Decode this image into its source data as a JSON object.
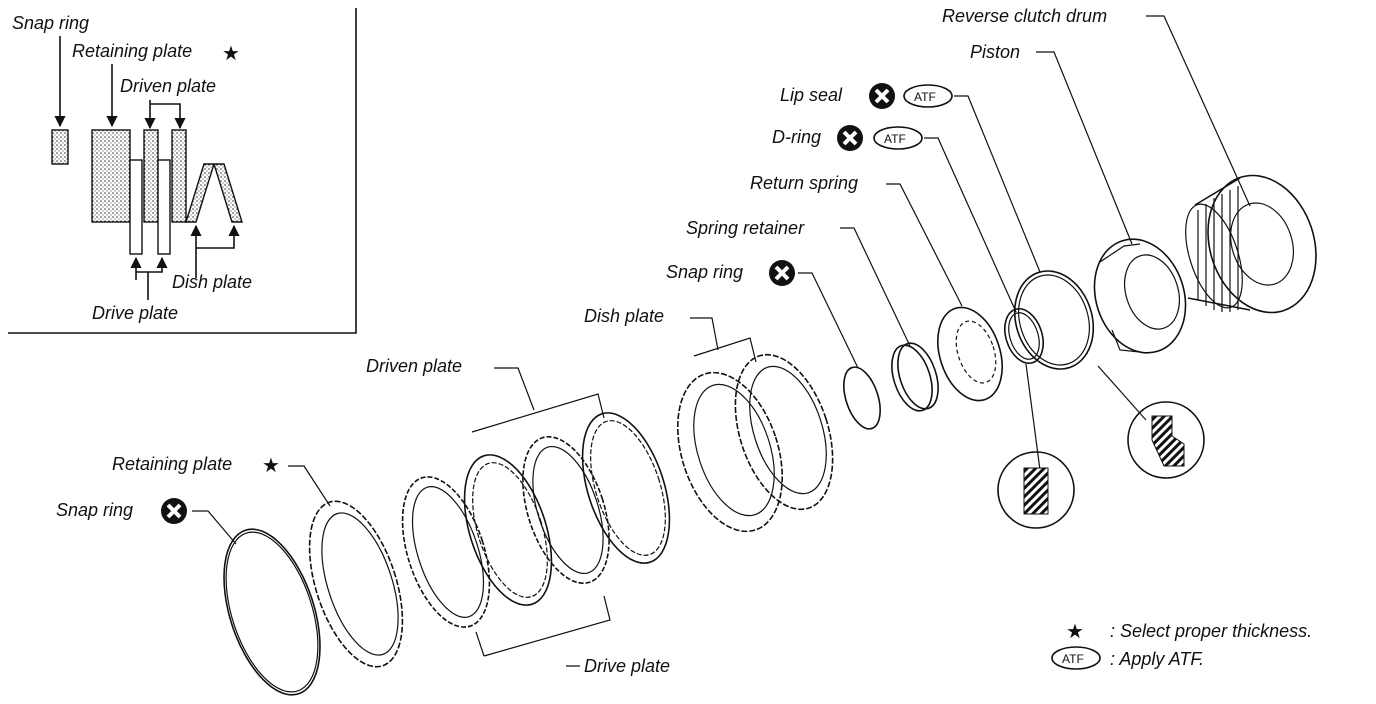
{
  "inset": {
    "snap_ring": "Snap ring",
    "retaining_plate": "Retaining plate",
    "driven_plate": "Driven plate",
    "dish_plate": "Dish plate",
    "drive_plate": "Drive plate"
  },
  "labels": {
    "reverse_clutch_drum": "Reverse clutch drum",
    "piston": "Piston",
    "lip_seal": "Lip seal",
    "d_ring": "D-ring",
    "return_spring": "Return spring",
    "spring_retainer": "Spring retainer",
    "snap_ring_upper": "Snap ring",
    "dish_plate": "Dish plate",
    "driven_plate": "Driven plate",
    "retaining_plate": "Retaining plate",
    "snap_ring_lower": "Snap ring",
    "drive_plate": "Drive plate"
  },
  "badges": {
    "atf": "ATF",
    "star": "★"
  },
  "legend": {
    "star_text": ": Select proper thickness.",
    "atf_text": ": Apply ATF."
  },
  "icons": [
    "star-icon",
    "no-reuse-icon",
    "atf-badge-icon"
  ]
}
